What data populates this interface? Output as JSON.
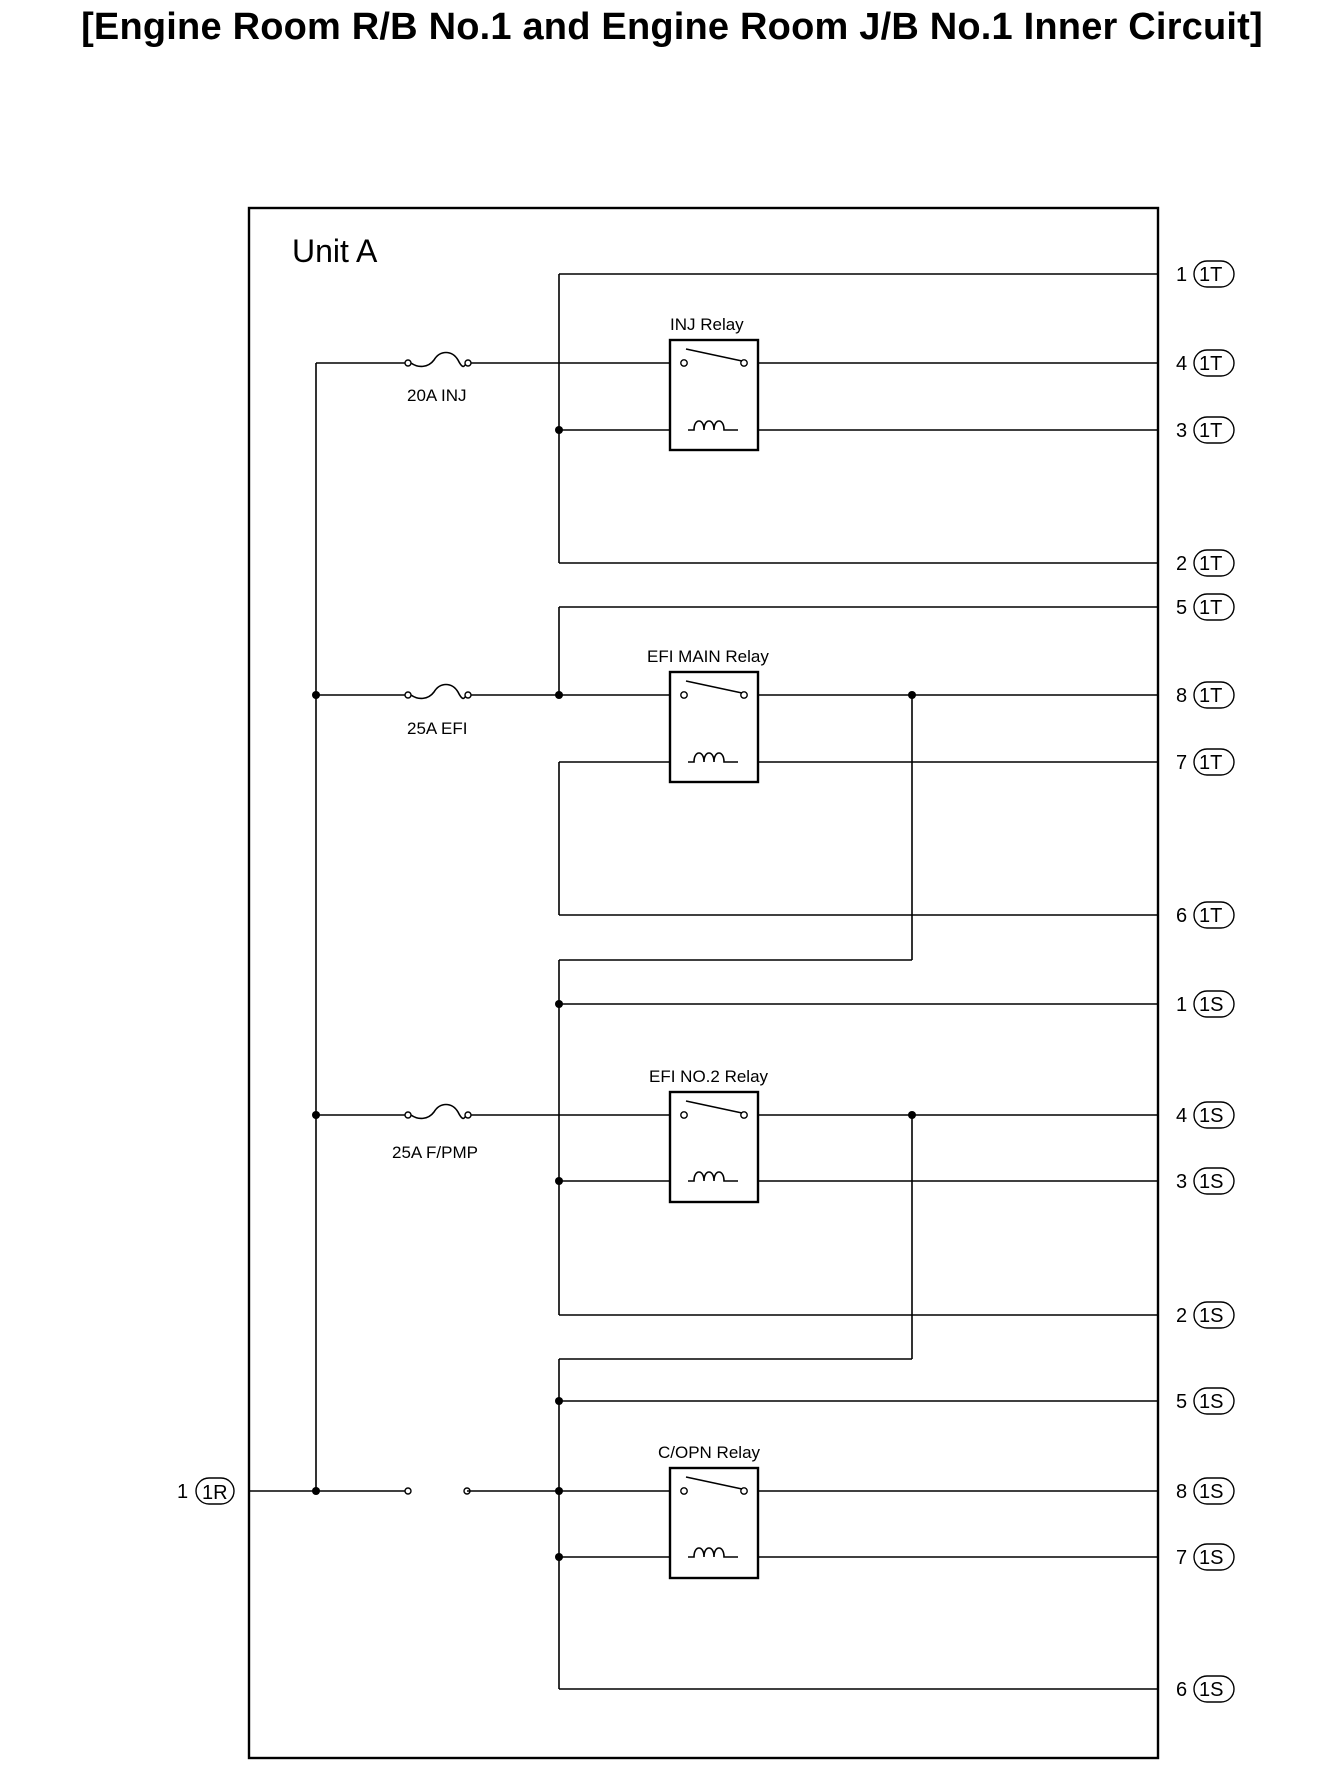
{
  "title": "[Engine Room R/B No.1 and Engine Room J/B No.1 Inner Circuit]",
  "unit_label": "Unit A",
  "input_terminal": {
    "pin": "1",
    "connector": "1R"
  },
  "fuses": [
    {
      "label": "20A INJ"
    },
    {
      "label": "25A EFI"
    },
    {
      "label": "25A F/PMP"
    }
  ],
  "relays": [
    {
      "label": "INJ Relay"
    },
    {
      "label": "EFI MAIN Relay"
    },
    {
      "label": "EFI NO.2 Relay"
    },
    {
      "label": "C/OPN Relay"
    }
  ],
  "output_terminals": [
    {
      "pin": "1",
      "connector": "1T"
    },
    {
      "pin": "4",
      "connector": "1T"
    },
    {
      "pin": "3",
      "connector": "1T"
    },
    {
      "pin": "2",
      "connector": "1T"
    },
    {
      "pin": "5",
      "connector": "1T"
    },
    {
      "pin": "8",
      "connector": "1T"
    },
    {
      "pin": "7",
      "connector": "1T"
    },
    {
      "pin": "6",
      "connector": "1T"
    },
    {
      "pin": "1",
      "connector": "1S"
    },
    {
      "pin": "4",
      "connector": "1S"
    },
    {
      "pin": "3",
      "connector": "1S"
    },
    {
      "pin": "2",
      "connector": "1S"
    },
    {
      "pin": "5",
      "connector": "1S"
    },
    {
      "pin": "8",
      "connector": "1S"
    },
    {
      "pin": "7",
      "connector": "1S"
    },
    {
      "pin": "6",
      "connector": "1S"
    }
  ]
}
